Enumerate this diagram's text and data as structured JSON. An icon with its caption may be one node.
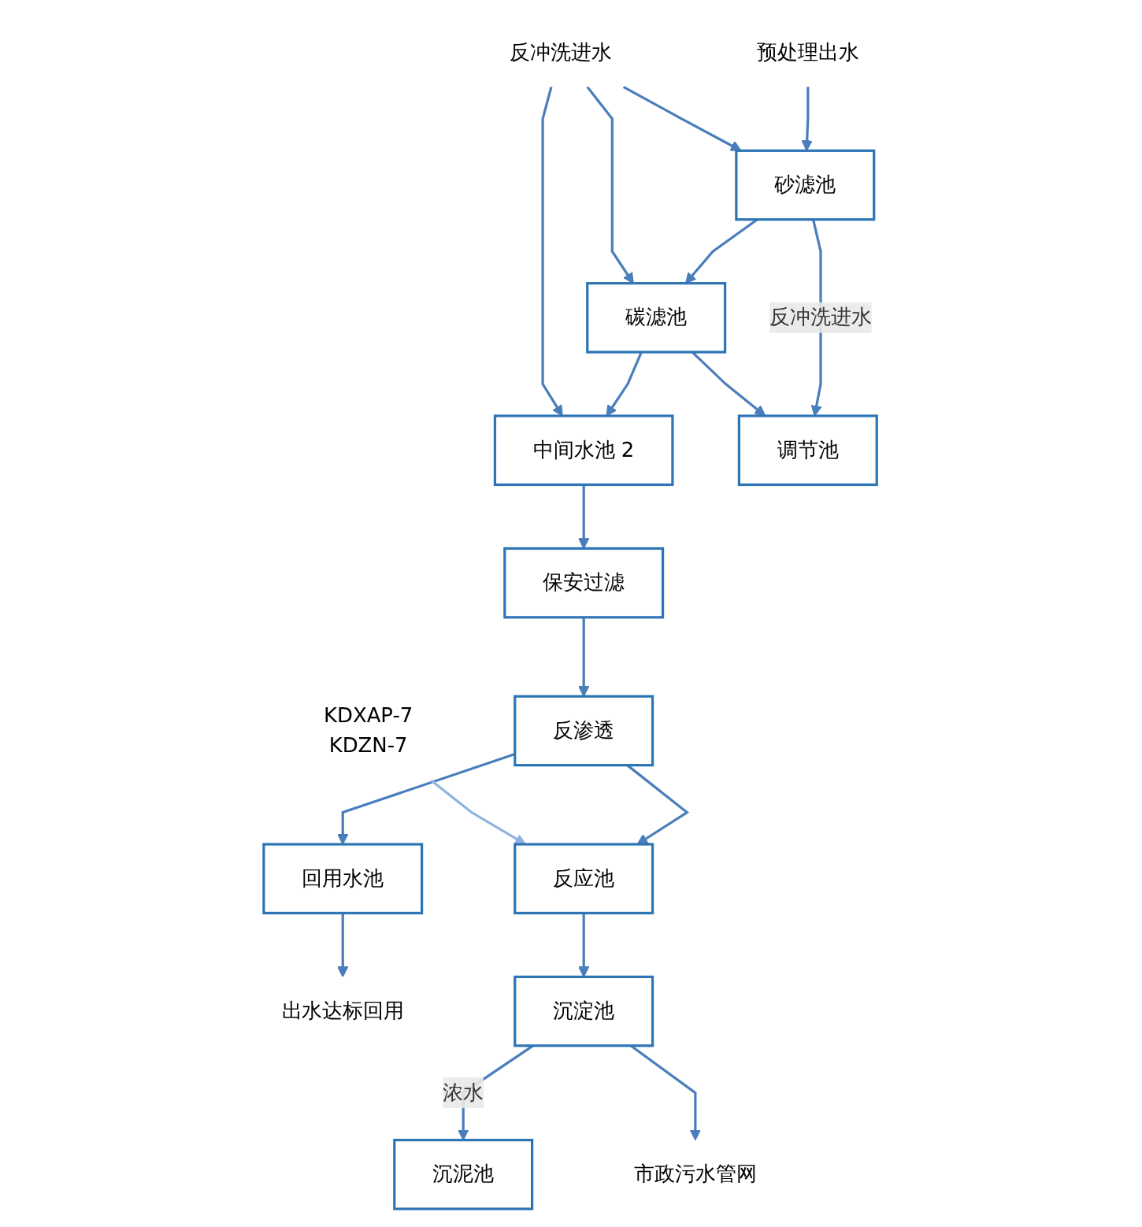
{
  "diagram": {
    "nodes": [
      {
        "text": [
          "预处理出水"
        ]
      },
      {
        "text": [
          "砂滤池"
        ]
      },
      {
        "text": [
          "碳滤池"
        ]
      },
      {
        "text": [
          "中间水池 2"
        ]
      },
      {
        "text": [
          "保安过滤"
        ]
      },
      {
        "text": [
          "反渗透"
        ]
      },
      {
        "text": [
          "回用水池"
        ]
      },
      {
        "text": [
          "出水达标回用"
        ]
      },
      {
        "text": [
          "调节池"
        ]
      },
      {
        "text": [
          "反应池"
        ]
      },
      {
        "text": [
          "沉淀池"
        ]
      },
      {
        "text": [
          "沉泥池"
        ]
      },
      {
        "text": [
          "市政污水管网"
        ]
      },
      {
        "text": [
          "KDXAP-7",
          "KDZN-7"
        ]
      },
      {
        "text": [
          "反冲洗进水"
        ]
      }
    ],
    "edges": [
      {
        "from": 0,
        "to": 1,
        "arrow": "to"
      },
      {
        "from": 1,
        "to": 2,
        "arrow": "to"
      },
      {
        "from": 2,
        "to": 3,
        "arrow": "to"
      },
      {
        "from": 3,
        "to": 4,
        "arrow": "to"
      },
      {
        "from": 4,
        "to": 5,
        "arrow": "to"
      },
      {
        "from": 5,
        "to": 6,
        "arrow": "to"
      },
      {
        "from": 6,
        "to": 7,
        "arrow": "to"
      },
      {
        "from": 1,
        "to": 8,
        "arrow": "to",
        "label": "反冲洗进水"
      },
      {
        "from": 2,
        "to": 8,
        "arrow": "to"
      },
      {
        "from": 14,
        "to": 1,
        "arrow": "to"
      },
      {
        "from": 14,
        "to": 2,
        "arrow": "to"
      },
      {
        "from": 14,
        "to": 3,
        "arrow": "to"
      },
      {
        "from": 5,
        "to": 9,
        "arrow": "to"
      },
      {
        "from": 13,
        "to": 9,
        "arrow": "to",
        "color": "#8fb3e0"
      },
      {
        "from": 9,
        "to": 10,
        "arrow": "to"
      },
      {
        "from": 10,
        "to": 11,
        "arrow": "to",
        "label": "浓水"
      },
      {
        "from": 10,
        "to": 12,
        "arrow": "to"
      }
    ]
  }
}
